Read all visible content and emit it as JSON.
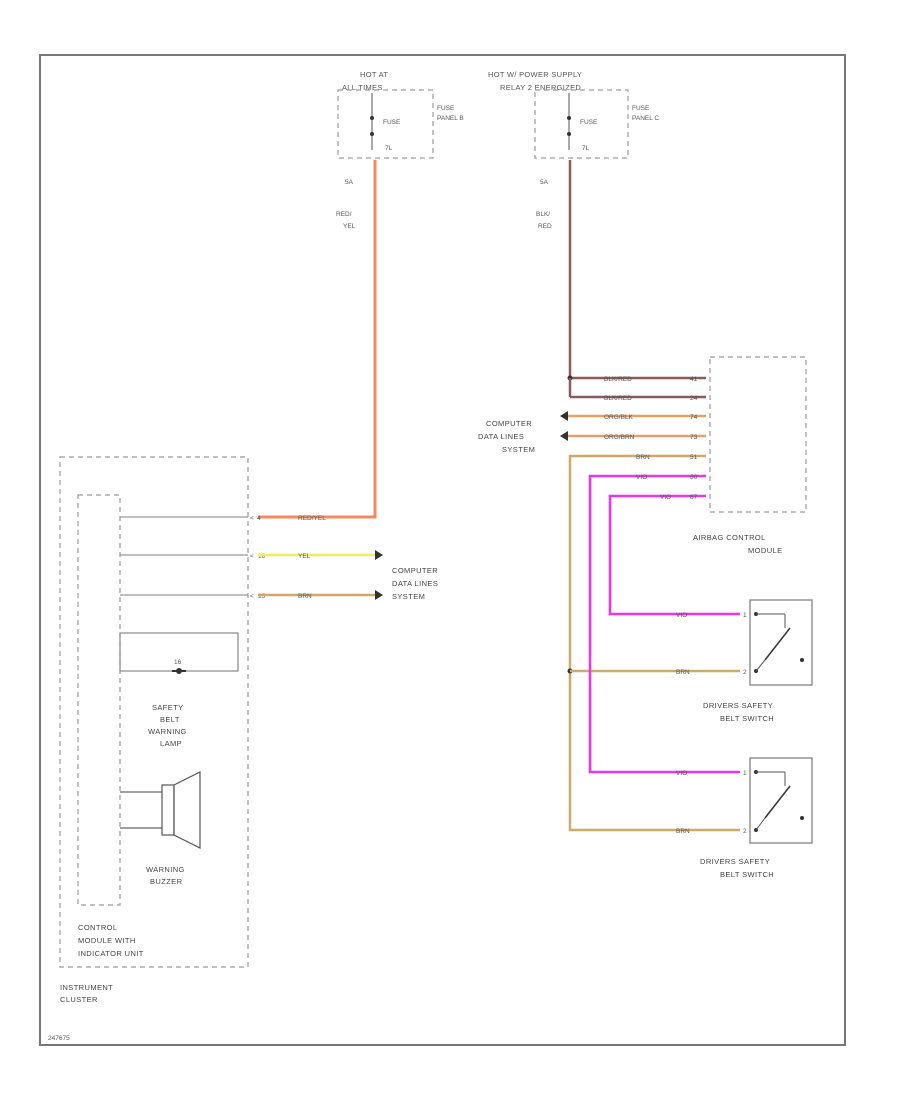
{
  "fuse_b": {
    "header": [
      "HOT AT",
      "ALL TIMES"
    ],
    "fuse_label": "FUSE",
    "panel": [
      "FUSE",
      "PANEL B"
    ],
    "pin": "7L",
    "amp": "5A",
    "wire": [
      "RED/",
      "YEL"
    ]
  },
  "fuse_c": {
    "header": [
      "HOT W/ POWER SUPPLY",
      "RELAY 2 ENERGIZED"
    ],
    "fuse_label": "FUSE",
    "panel": [
      "FUSE",
      "PANEL C"
    ],
    "pin": "7L",
    "amp": "5A",
    "wire": [
      "BLK/",
      "RED"
    ]
  },
  "instrument_cluster": {
    "label": [
      "INSTRUMENT",
      "CLUSTER"
    ],
    "module_label": [
      "CONTROL",
      "MODULE WITH",
      "INDICATOR UNIT"
    ],
    "lamp_label": [
      "SAFETY",
      "BELT",
      "WARNING",
      "LAMP"
    ],
    "lamp_pin": "16",
    "buzzer_label": [
      "WARNING",
      "BUZZER"
    ],
    "pins": [
      {
        "pin": "4",
        "wire": "RED/YEL"
      },
      {
        "pin": "10",
        "wire": "YEL"
      },
      {
        "pin": "15",
        "wire": "BRN"
      }
    ]
  },
  "cluster_data_lines": [
    "COMPUTER",
    "DATA LINES",
    "SYSTEM"
  ],
  "airbag_module": {
    "label": [
      "AIRBAG CONTROL",
      "MODULE"
    ],
    "pins": [
      {
        "pin": "41",
        "wire": "BLK/RED"
      },
      {
        "pin": "24",
        "wire": "BLK/RED"
      },
      {
        "pin": "74",
        "wire": "ORG/BLK"
      },
      {
        "pin": "73",
        "wire": "ORG/BRN"
      },
      {
        "pin": "51",
        "wire": "BRN"
      },
      {
        "pin": "50",
        "wire": "VIO"
      },
      {
        "pin": "87",
        "wire": "VIO"
      }
    ]
  },
  "airbag_data_lines": [
    "COMPUTER",
    "DATA LINES",
    "SYSTEM"
  ],
  "switch_1": {
    "label": [
      "DRIVERS SAFETY",
      "BELT SWITCH"
    ],
    "pins": [
      {
        "pin": "1",
        "wire": "VIO"
      },
      {
        "pin": "2",
        "wire": "BRN"
      }
    ]
  },
  "switch_2": {
    "label": [
      "DRIVERS SAFETY",
      "BELT SWITCH"
    ],
    "pins": [
      {
        "pin": "1",
        "wire": "VIO"
      },
      {
        "pin": "2",
        "wire": "BRN"
      }
    ]
  },
  "footer_id": "247675",
  "colors": {
    "red_yel": "#f58a5e",
    "blk_red": "#8b5a5a",
    "yel": "#eeee66",
    "brn": "#cfa86a",
    "org": "#e8a060",
    "vio": "#ee33ee",
    "gray_wire": "#999999"
  }
}
